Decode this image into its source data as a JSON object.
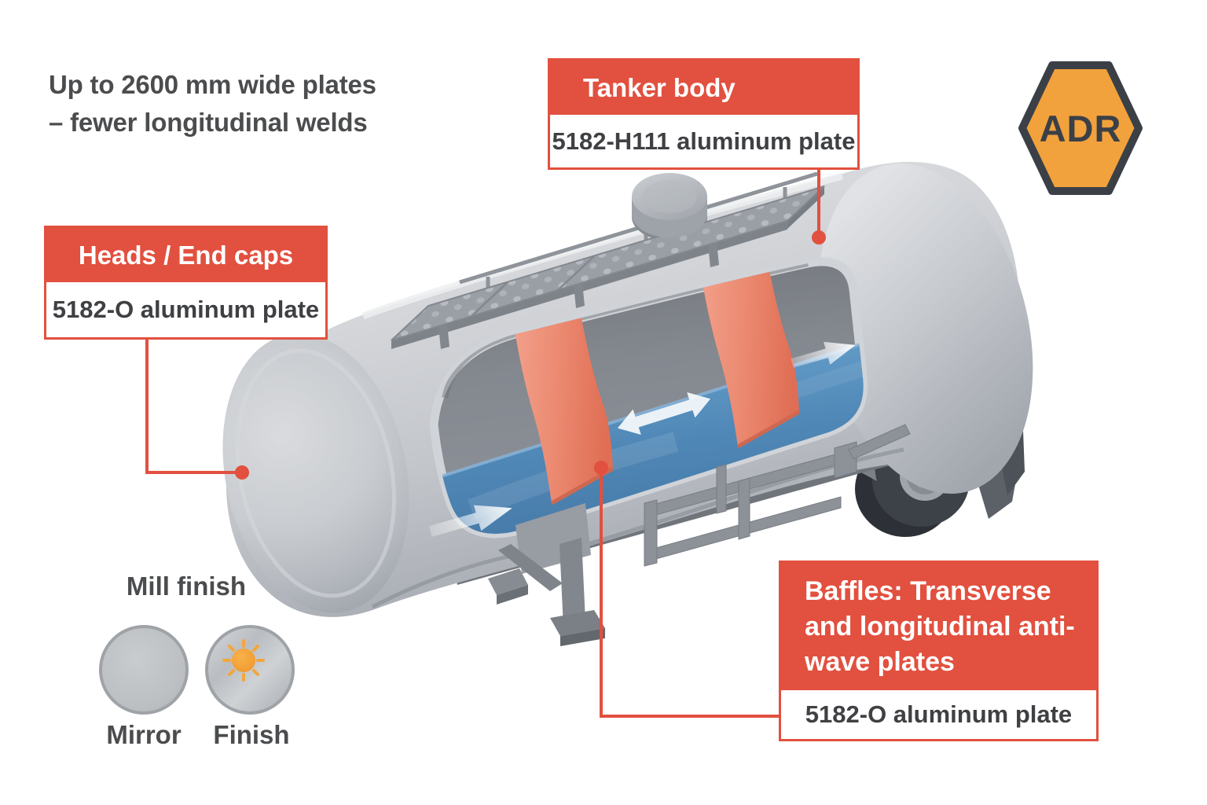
{
  "headline": {
    "line1": "Up to 2600 mm wide plates",
    "line2": "– fewer longitudinal welds"
  },
  "callouts": {
    "tanker_body": {
      "title": "Tanker body",
      "material": "5182-H111 aluminum plate"
    },
    "heads_end_caps": {
      "title": "Heads / End caps",
      "material": "5182-O aluminum plate"
    },
    "baffles": {
      "title": "Baffles: Transverse and longitudinal anti-wave plates",
      "material": "5182-O aluminum plate"
    }
  },
  "badge": {
    "label": "ADR"
  },
  "finish_legend": {
    "heading": "Mill finish",
    "label_left": "Mirror",
    "label_right": "Finish"
  },
  "icons": {
    "badge_shape": "adr-hexagon-icon",
    "sun": "sun-icon",
    "flow": "flow-arrow-icon",
    "discs": [
      "mill-finish-disc",
      "mirror-finish-disc"
    ]
  },
  "colors": {
    "accent_red": "#E2503F",
    "badge_orange": "#F2A23C",
    "badge_border": "#3B4047",
    "liquid_blue": "#4F87B6",
    "baffle_salmon": "#EA8970",
    "tank_gray": "#C3C6CB",
    "text_dark": "#4B4C4E"
  }
}
